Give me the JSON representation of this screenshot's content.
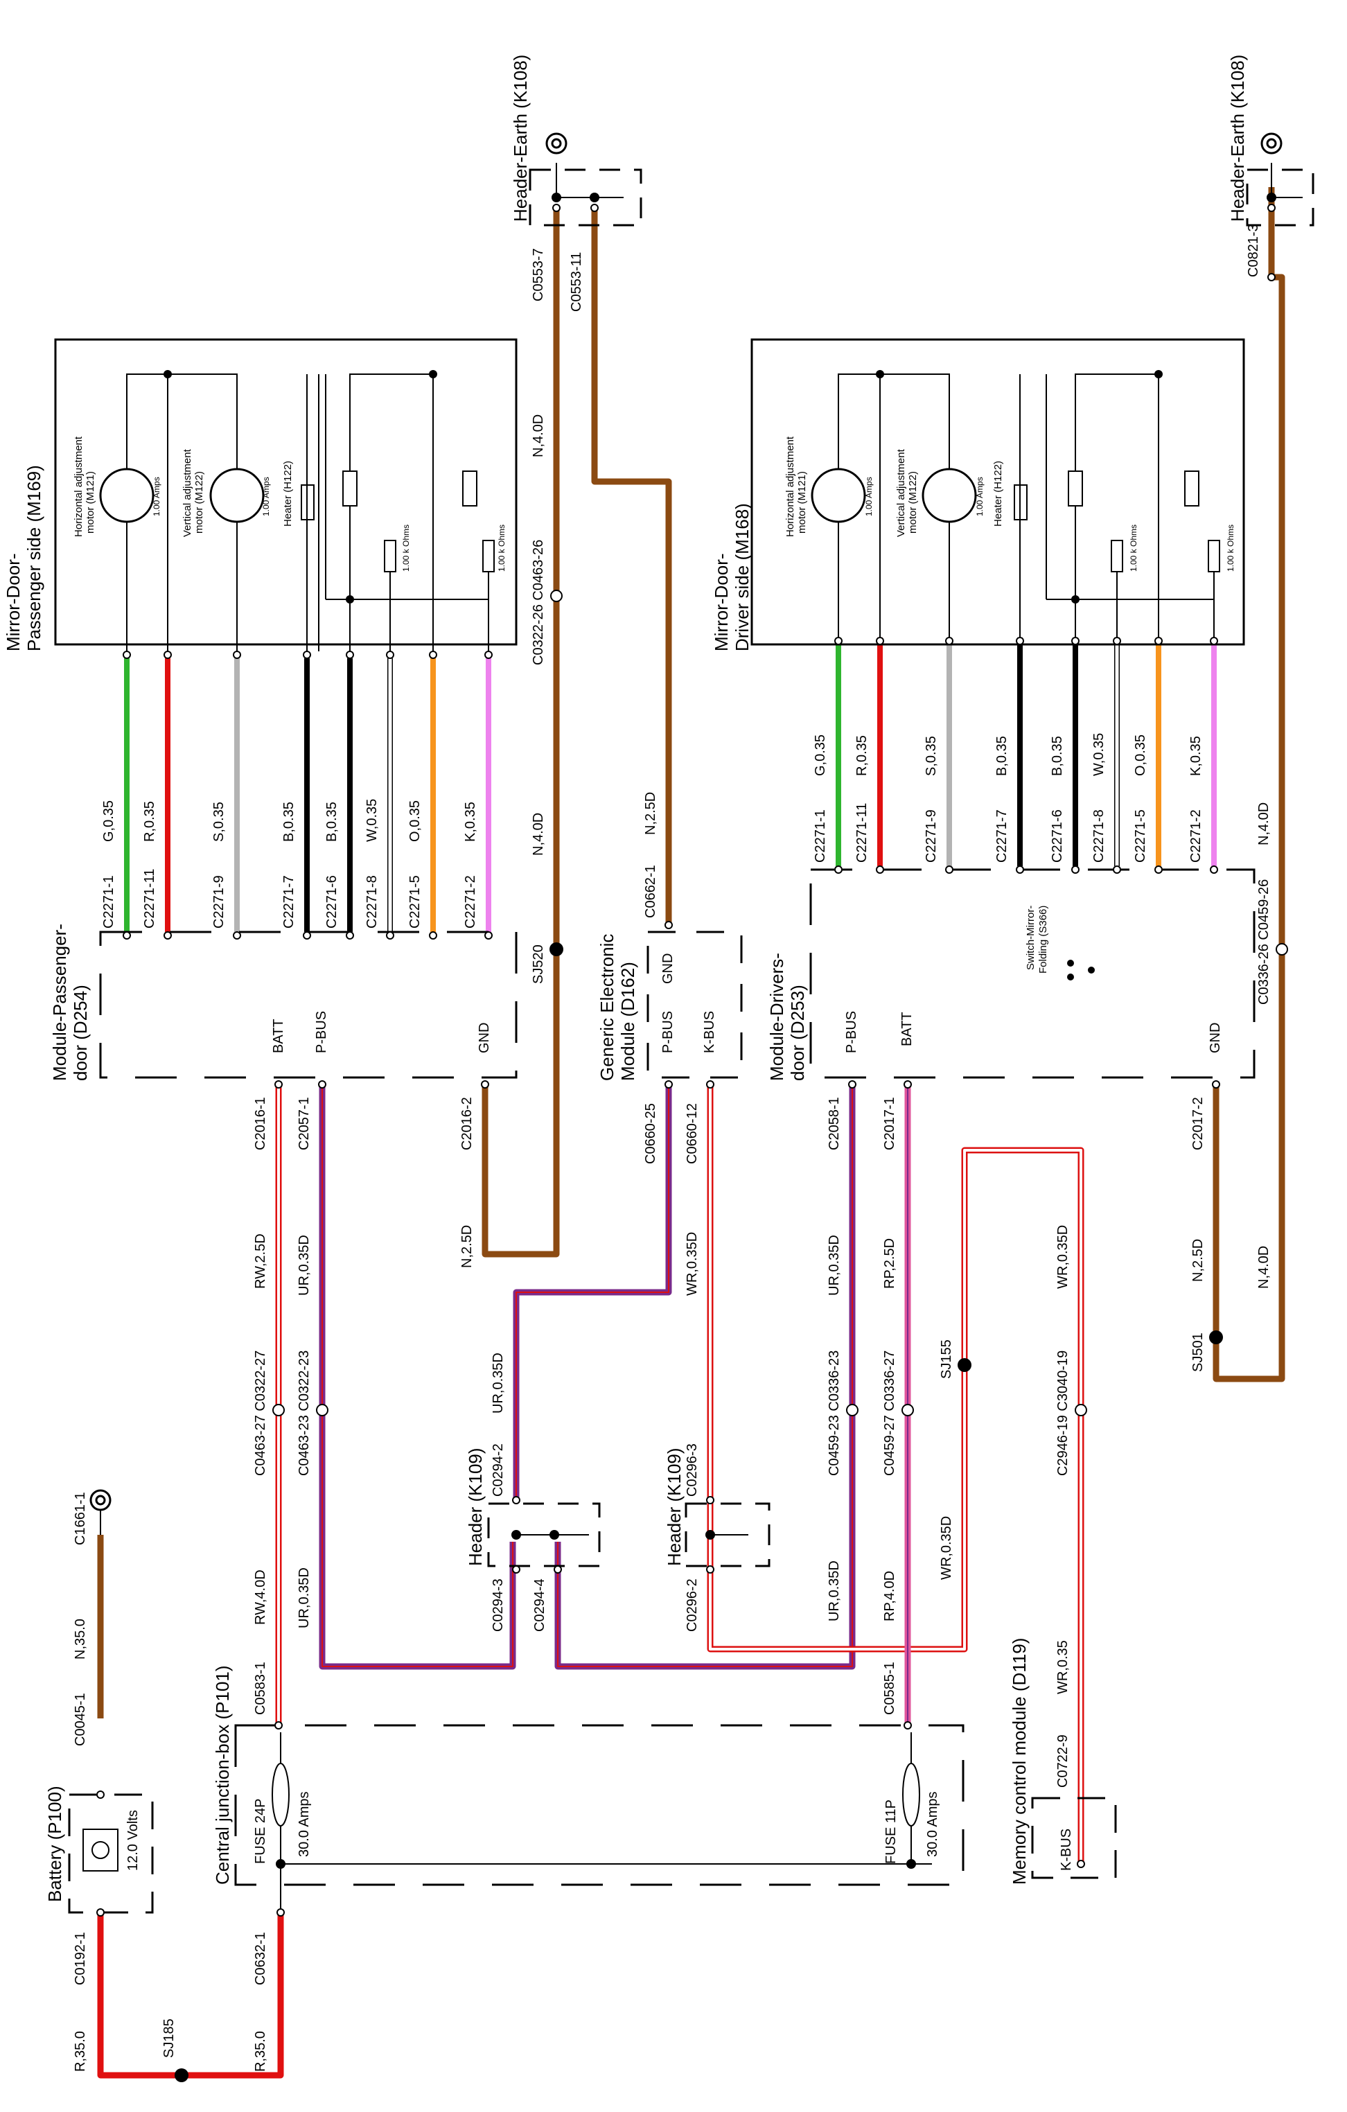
{
  "colors": {
    "green": "#2fb52f",
    "red": "#e01010",
    "grey": "#b3b3b3",
    "black": "#000000",
    "white_wire": "#ffffff",
    "orange": "#f7941d",
    "pink": "#ee82ee",
    "brown": "#8b4a12",
    "purple": "#7a2a8a",
    "dark_red": "#d11"
  },
  "modules": {
    "mirror_passenger": {
      "title": [
        "Mirror-Door-",
        "Passenger side (M169)"
      ]
    },
    "mirror_driver": {
      "title": [
        "Mirror-Door-",
        "Driver side (M168)"
      ]
    },
    "module_passenger": {
      "title": [
        "Module-Passenger-",
        "door (D254)"
      ]
    },
    "module_driver": {
      "title": [
        "Module-Drivers-",
        "door (D253)"
      ]
    },
    "gem": {
      "title": [
        "Generic Electronic",
        "Module (D162)"
      ]
    },
    "header_earth_1": {
      "title": "Header-Earth (K108)"
    },
    "header_earth_2": {
      "title": "Header-Earth (K108)"
    },
    "header_k109_a": {
      "title": "Header (K109)"
    },
    "header_k109_b": {
      "title": "Header (K109)"
    },
    "cjb": {
      "title": "Central junction-box (P101)"
    },
    "battery": {
      "title": "Battery (P100)",
      "voltage": "12.0 Volts"
    },
    "memory": {
      "title": "Memory control module (D119)",
      "kbus": "K-BUS"
    },
    "switch": {
      "title": [
        "Switch-Mirror-",
        "Folding (S366)"
      ]
    }
  },
  "components": {
    "h_motor": [
      "Horizontal adjustment",
      "motor (M121)"
    ],
    "v_motor": [
      "Vertical adjustment",
      "motor (M122)"
    ],
    "amps": "1.00 Amps",
    "heater": "Heater (H122)",
    "ohms": "1.00 k Ohms",
    "fuse24": "FUSE 24P",
    "fuse11": "FUSE 11P",
    "fuse_amps": "30.0 Amps"
  },
  "pins": {
    "batt": "BATT",
    "pbus": "P-BUS",
    "gnd": "GND",
    "kbus": "K-BUS"
  },
  "passenger_wires": [
    {
      "conn": "C2271-1",
      "label": "G,0.35"
    },
    {
      "conn": "C2271-11",
      "label": "R,0.35"
    },
    {
      "conn": "C2271-9",
      "label": "S,0.35"
    },
    {
      "conn": "C2271-7",
      "label": "B,0.35"
    },
    {
      "conn": "C2271-6",
      "label": "B,0.35"
    },
    {
      "conn": "C2271-8",
      "label": "W,0.35"
    },
    {
      "conn": "C2271-5",
      "label": "O,0.35"
    },
    {
      "conn": "C2271-2",
      "label": "K,0.35"
    }
  ],
  "driver_wires": [
    {
      "conn": "C2271-1",
      "label": "G,0.35"
    },
    {
      "conn": "C2271-11",
      "label": "R,0.35"
    },
    {
      "conn": "C2271-9",
      "label": "S,0.35"
    },
    {
      "conn": "C2271-7",
      "label": "B,0.35"
    },
    {
      "conn": "C2271-6",
      "label": "B,0.35"
    },
    {
      "conn": "C2271-8",
      "label": "W,0.35"
    },
    {
      "conn": "C2271-5",
      "label": "O,0.35"
    },
    {
      "conn": "C2271-2",
      "label": "K,0.35"
    }
  ],
  "labels": {
    "c0553_7": "C0553-7",
    "c0553_11": "C0553-11",
    "n40d_a": "N,4.0D",
    "n40d_b": "N,4.0D",
    "c0322_26": "C0322-26 C0463-26",
    "sj520": "SJ520",
    "c0662_1": "C0662-1",
    "n25d_gem": "N,2.5D",
    "c0821_3": "C0821-3",
    "c0336_26": "C0336-26 C0459-26",
    "n40d_drv": "N,4.0D",
    "c2016_1": "C2016-1",
    "c2057_1": "C2057-1",
    "c2016_2": "C2016-2",
    "rw25d": "RW,2.5D",
    "ur035d_a": "UR,0.35D",
    "n25d_a": "N,2.5D",
    "c0660_25": "C0660-25",
    "c0660_12": "C0660-12",
    "wr035d_a": "WR,0.35D",
    "ur035d_gem": "UR,0.35D",
    "c2058_1": "C2058-1",
    "c2017_1": "C2017-1",
    "c2017_2": "C2017-2",
    "ur035d_d": "UR,0.35D",
    "rp25d": "RP,2.5D",
    "n25d_d": "N,2.5D",
    "n40d_d2": "N,4.0D",
    "sj501": "SJ501",
    "wr035d_d": "WR,0.35D",
    "sj155": "SJ155",
    "c0463_27": "C0463-27 C0322-27",
    "c0463_23": "C0463-23 C0322-23",
    "c0459_23": "C0459-23 C0336-23",
    "c0459_27": "C0459-27 C0336-27",
    "c2946_19": "C2946-19 C3040-19",
    "c0294_2": "C0294-2",
    "c0294_3": "C0294-3",
    "c0294_4": "C0294-4",
    "c0296_3": "C0296-3",
    "c0296_2": "C0296-2",
    "rw40d": "RW,4.0D",
    "ur035d_b": "UR,0.35D",
    "ur035d_c": "UR,0.35D",
    "rp40d": "RP,4.0D",
    "wr035d_b": "WR,0.35D",
    "c0583_1": "C0583-1",
    "c0585_1": "C0585-1",
    "c0632_1": "C0632-1",
    "r350_b": "R,35.0",
    "c1661_1": "C1661-1",
    "n350": "N,35.0",
    "c0045_1": "C0045-1",
    "c0192_1": "C0192-1",
    "r350_a": "R,35.0",
    "sj185": "SJ185",
    "c0722_9": "C0722-9",
    "wr035_mem": "WR,0.35"
  }
}
